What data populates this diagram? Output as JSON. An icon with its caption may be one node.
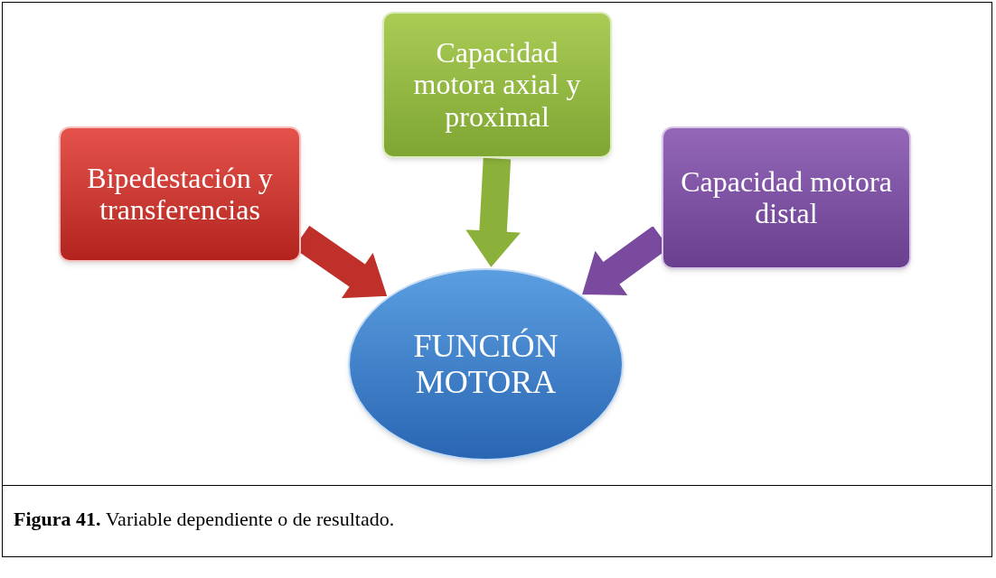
{
  "diagram": {
    "caption": "**Figura 41.** Variable dependiente o de resultado.",
    "nodes": [
      {
        "text": [
          "Bipedestación y transferencias"
        ]
      },
      {
        "text": [
          "Capacidad motora axial y proximal"
        ]
      },
      {
        "text": [
          "Capacidad motora distal"
        ]
      },
      {
        "text": [
          "FUNCIÓN MOTORA"
        ]
      }
    ],
    "edges": [
      {
        "from": 0,
        "to": 3,
        "arrow": "to",
        "style": "thick",
        "color": "#c0302b"
      },
      {
        "from": 1,
        "to": 3,
        "arrow": "to",
        "style": "thick",
        "color": "#8cb13a"
      },
      {
        "from": 2,
        "to": 3,
        "arrow": "to",
        "style": "thick",
        "color": "#7a4a9e"
      }
    ]
  }
}
